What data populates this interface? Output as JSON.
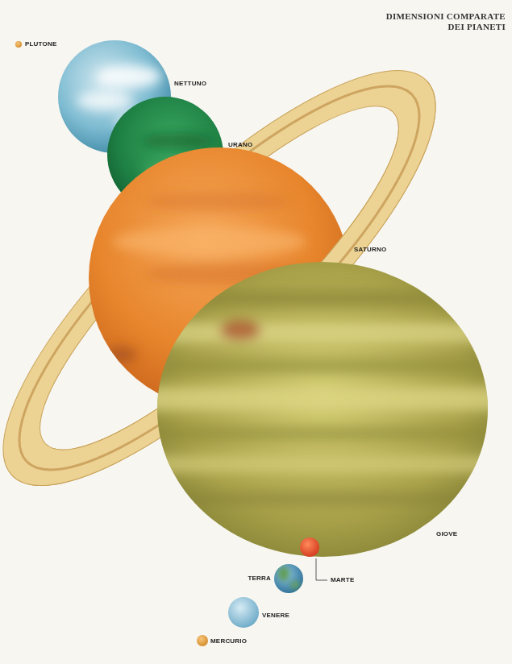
{
  "diagram": {
    "title": "DIMENSIONI COMPARATE DEI PIANETI",
    "labels": [
      "PLUTONE",
      "NETTUNO",
      "URANO",
      "SATURNO",
      "GIOVE",
      "TERRA",
      "MARTE",
      "VENERE",
      "MERCURIO"
    ]
  }
}
